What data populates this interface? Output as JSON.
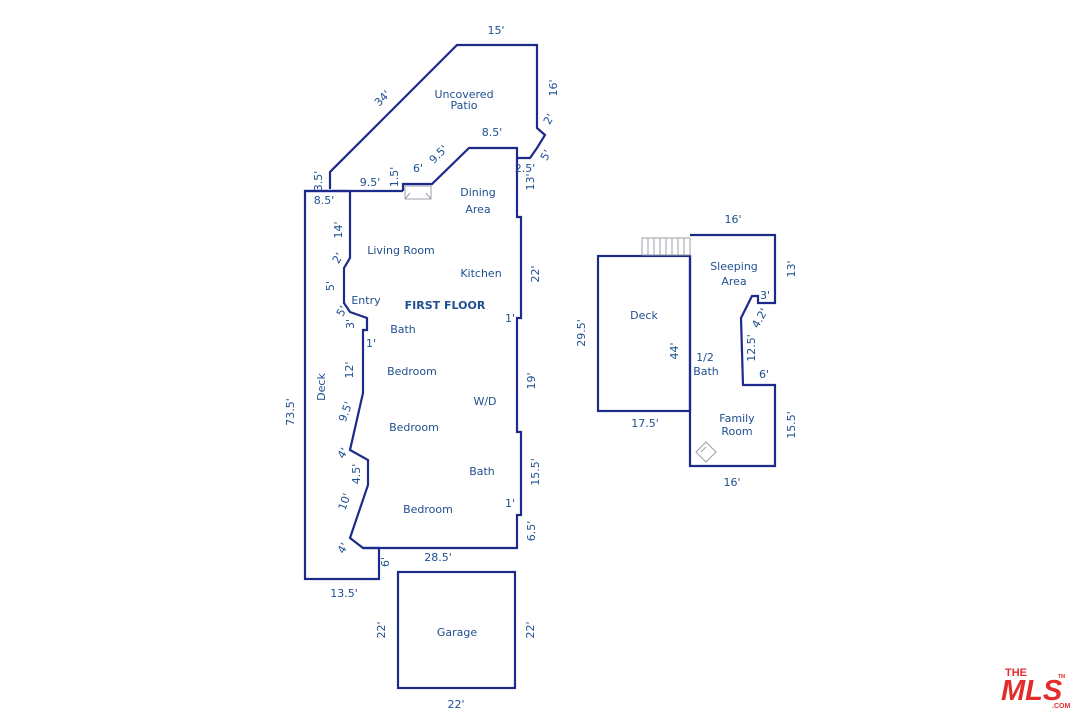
{
  "first_floor": {
    "title": "FIRST FLOOR",
    "rooms": [
      "Uncovered",
      "Patio",
      "Dining",
      "Area",
      "Living Room",
      "Kitchen",
      "Entry",
      "Bath",
      "Bedroom",
      "Bedroom",
      "W/D",
      "Bath",
      "Bedroom",
      "Deck"
    ],
    "dims": [
      "15'",
      "34'",
      "16'",
      "2'",
      "5'",
      "8.5'",
      "9.5'",
      "6'",
      "1.5'",
      "9.5'",
      "3.5'",
      "8.5'",
      "2.5'",
      "13'",
      "14'",
      "2'",
      "5'",
      "5'",
      "3'",
      "1'",
      "22'",
      "1'",
      "12'",
      "9.5'",
      "19'",
      "4'",
      "4.5'",
      "15.5'",
      "10'",
      "1'",
      "6.5'",
      "4'",
      "6'",
      "28.5'",
      "73.5'",
      "13.5'"
    ]
  },
  "garage": {
    "label": "Garage",
    "dims": [
      "22'",
      "22'",
      "22'"
    ]
  },
  "second_unit": {
    "rooms": [
      "Deck",
      "Sleeping",
      "Area",
      "1/2",
      "Bath",
      "Family",
      "Room"
    ],
    "dims": [
      "16'",
      "13'",
      "3'",
      "4.2'",
      "12.5'",
      "6'",
      "29.5'",
      "44'",
      "17.5'",
      "15.5'",
      "16'"
    ]
  },
  "logo": {
    "the": "THE",
    "mls": "MLS",
    "tm": "TM",
    "com": ".COM"
  }
}
